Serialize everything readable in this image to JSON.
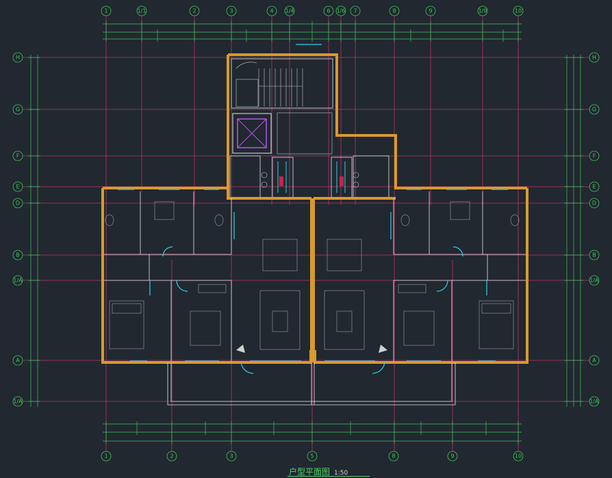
{
  "drawing": {
    "title": "户型平面图",
    "scale": "1:50"
  },
  "axes": {
    "top": [
      "1",
      "1/1",
      "2",
      "3",
      "4",
      "1/4",
      "6",
      "1/6",
      "7",
      "8",
      "9",
      "1/9",
      "10"
    ],
    "bottom": [
      "1",
      "2",
      "3",
      "5",
      "8",
      "9",
      "10"
    ],
    "left": [
      "H",
      "G",
      "F",
      "E",
      "D",
      "B",
      "1/A",
      "A",
      "1/A"
    ],
    "right": [
      "H",
      "G",
      "F",
      "E",
      "D",
      "B",
      "1/A",
      "A",
      "1/A"
    ]
  },
  "colors": {
    "background": "#212830",
    "axis_lines": "#c0306a",
    "dimensions": "#3fc45a",
    "walls": "#d99a2b",
    "windows": "#2fd0e8"
  }
}
